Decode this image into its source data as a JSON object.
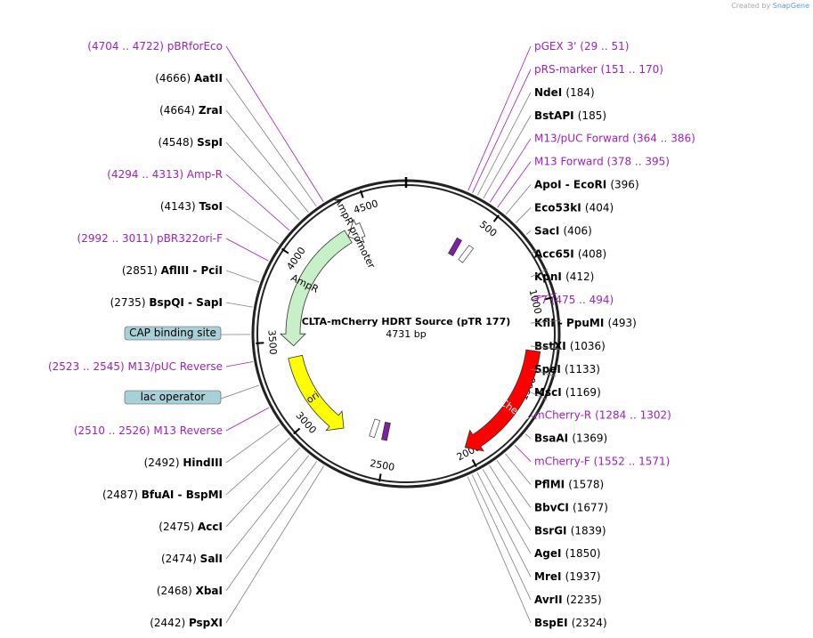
{
  "credit": {
    "prefix": "Created by",
    "brand": "SnapGene"
  },
  "map": {
    "name": "CLTA-mCherry HDRT Source (pTR 177)",
    "length_label": "4731 bp",
    "bp": 4731,
    "scale_labels": [
      {
        "bp": 500,
        "text": "500"
      },
      {
        "bp": 1000,
        "text": "1000"
      },
      {
        "bp": 1500,
        "text": "1500"
      },
      {
        "bp": 2000,
        "text": "2000"
      },
      {
        "bp": 2500,
        "text": "2500"
      },
      {
        "bp": 3000,
        "text": "3000"
      },
      {
        "bp": 3500,
        "text": "3500"
      },
      {
        "bp": 4000,
        "text": "4000"
      },
      {
        "bp": 4500,
        "text": "4500"
      }
    ],
    "colors": {
      "primer": "#a020c0",
      "enzyme": "#000000",
      "feature_box": "#a8d0d8",
      "line": "#7f7f7f"
    }
  },
  "features": [
    {
      "name": "mCherry",
      "color": "#ff0000",
      "start": 1283,
      "end": 2006,
      "dir": 1
    },
    {
      "name": "AmpR",
      "color": "#c8f0c8",
      "start": 3467,
      "end": 4327,
      "dir": -1
    },
    {
      "name": "ori",
      "color": "#ffff00",
      "start": 2805,
      "end": 3393,
      "dir": -1
    },
    {
      "name": "AmpR promoter",
      "color": "#ffffff",
      "start": 4327,
      "end": 4432,
      "dir": -1
    },
    {
      "name": "T7 promoter",
      "color": "#ffffff",
      "start": 475,
      "end": 494,
      "dir": 1
    },
    {
      "name": "M13 fwd",
      "color": "#8020a0",
      "start": 378,
      "end": 395,
      "dir": 1
    },
    {
      "name": "M13 rev",
      "color": "#8020a0",
      "start": 2510,
      "end": 2526,
      "dir": -1
    },
    {
      "name": "lac promoter",
      "color": "#ffffff",
      "start": 2592,
      "end": 2622,
      "dir": -1
    }
  ],
  "left_labels": [
    {
      "text": "(4704 .. 4722)  pBRforEco",
      "kind": "primer"
    },
    {
      "text": "(4666)",
      "enzyme": "AatII"
    },
    {
      "text": "(4664)",
      "enzyme": "ZraI"
    },
    {
      "text": "(4548)",
      "enzyme": "SspI"
    },
    {
      "text": "(4294 .. 4313)  Amp-R",
      "kind": "primer"
    },
    {
      "text": "(4143)",
      "enzyme": "TsoI"
    },
    {
      "text": "(2992 .. 3011)  pBR322ori-F",
      "kind": "primer"
    },
    {
      "text": "(2851)",
      "enzyme": "AflIII  -  PciI"
    },
    {
      "text": "(2735)",
      "enzyme": "BspQI  -  SapI"
    },
    {
      "text": "CAP binding site",
      "kind": "box"
    },
    {
      "text": "(2523 .. 2545)  M13/pUC Reverse",
      "kind": "primer"
    },
    {
      "text": "lac operator",
      "kind": "box"
    },
    {
      "text": "(2510 .. 2526)  M13 Reverse",
      "kind": "primer"
    },
    {
      "text": "(2492)",
      "enzyme": "HindIII"
    },
    {
      "text": "(2487)",
      "enzyme": "BfuAI  -  BspMI"
    },
    {
      "text": "(2475)",
      "enzyme": "AccI"
    },
    {
      "text": "(2474)",
      "enzyme": "SalI"
    },
    {
      "text": "(2468)",
      "enzyme": "XbaI"
    },
    {
      "text": "(2442)",
      "enzyme": "PspXI"
    }
  ],
  "right_labels": [
    {
      "text": "pGEX 3'",
      "pos": "(29 .. 51)",
      "kind": "primer"
    },
    {
      "text": "pRS-marker",
      "pos": "(151 .. 170)",
      "kind": "primer"
    },
    {
      "text": "NdeI",
      "pos": "(184)"
    },
    {
      "text": "BstAPI",
      "pos": "(185)"
    },
    {
      "text": "M13/pUC Forward",
      "pos": "(364 .. 386)",
      "kind": "primer"
    },
    {
      "text": "M13 Forward",
      "pos": "(378 .. 395)",
      "kind": "primer"
    },
    {
      "text": "ApoI  -  EcoRI",
      "pos": "(396)"
    },
    {
      "text": "Eco53kI",
      "pos": "(404)"
    },
    {
      "text": "SacI",
      "pos": "(406)"
    },
    {
      "text": "Acc65I",
      "pos": "(408)"
    },
    {
      "text": "KpnI",
      "pos": "(412)"
    },
    {
      "text": "T7",
      "pos": "(475 .. 494)",
      "kind": "primer"
    },
    {
      "text": "KflI  -  PpuMI",
      "pos": "(493)"
    },
    {
      "text": "BstXI",
      "pos": "(1036)"
    },
    {
      "text": "SpeI",
      "pos": "(1133)"
    },
    {
      "text": "MscI",
      "pos": "(1169)"
    },
    {
      "text": "mCherry-R",
      "pos": "(1284 .. 1302)",
      "kind": "primer"
    },
    {
      "text": "BsaAI",
      "pos": "(1369)"
    },
    {
      "text": "mCherry-F",
      "pos": "(1552 .. 1571)",
      "kind": "primer"
    },
    {
      "text": "PflMI",
      "pos": "(1578)"
    },
    {
      "text": "BbvCI",
      "pos": "(1677)"
    },
    {
      "text": "BsrGI",
      "pos": "(1839)"
    },
    {
      "text": "AgeI",
      "pos": "(1850)"
    },
    {
      "text": "MreI",
      "pos": "(1937)"
    },
    {
      "text": "AvrII",
      "pos": "(2235)"
    },
    {
      "text": "BspEI",
      "pos": "(2324)"
    }
  ]
}
